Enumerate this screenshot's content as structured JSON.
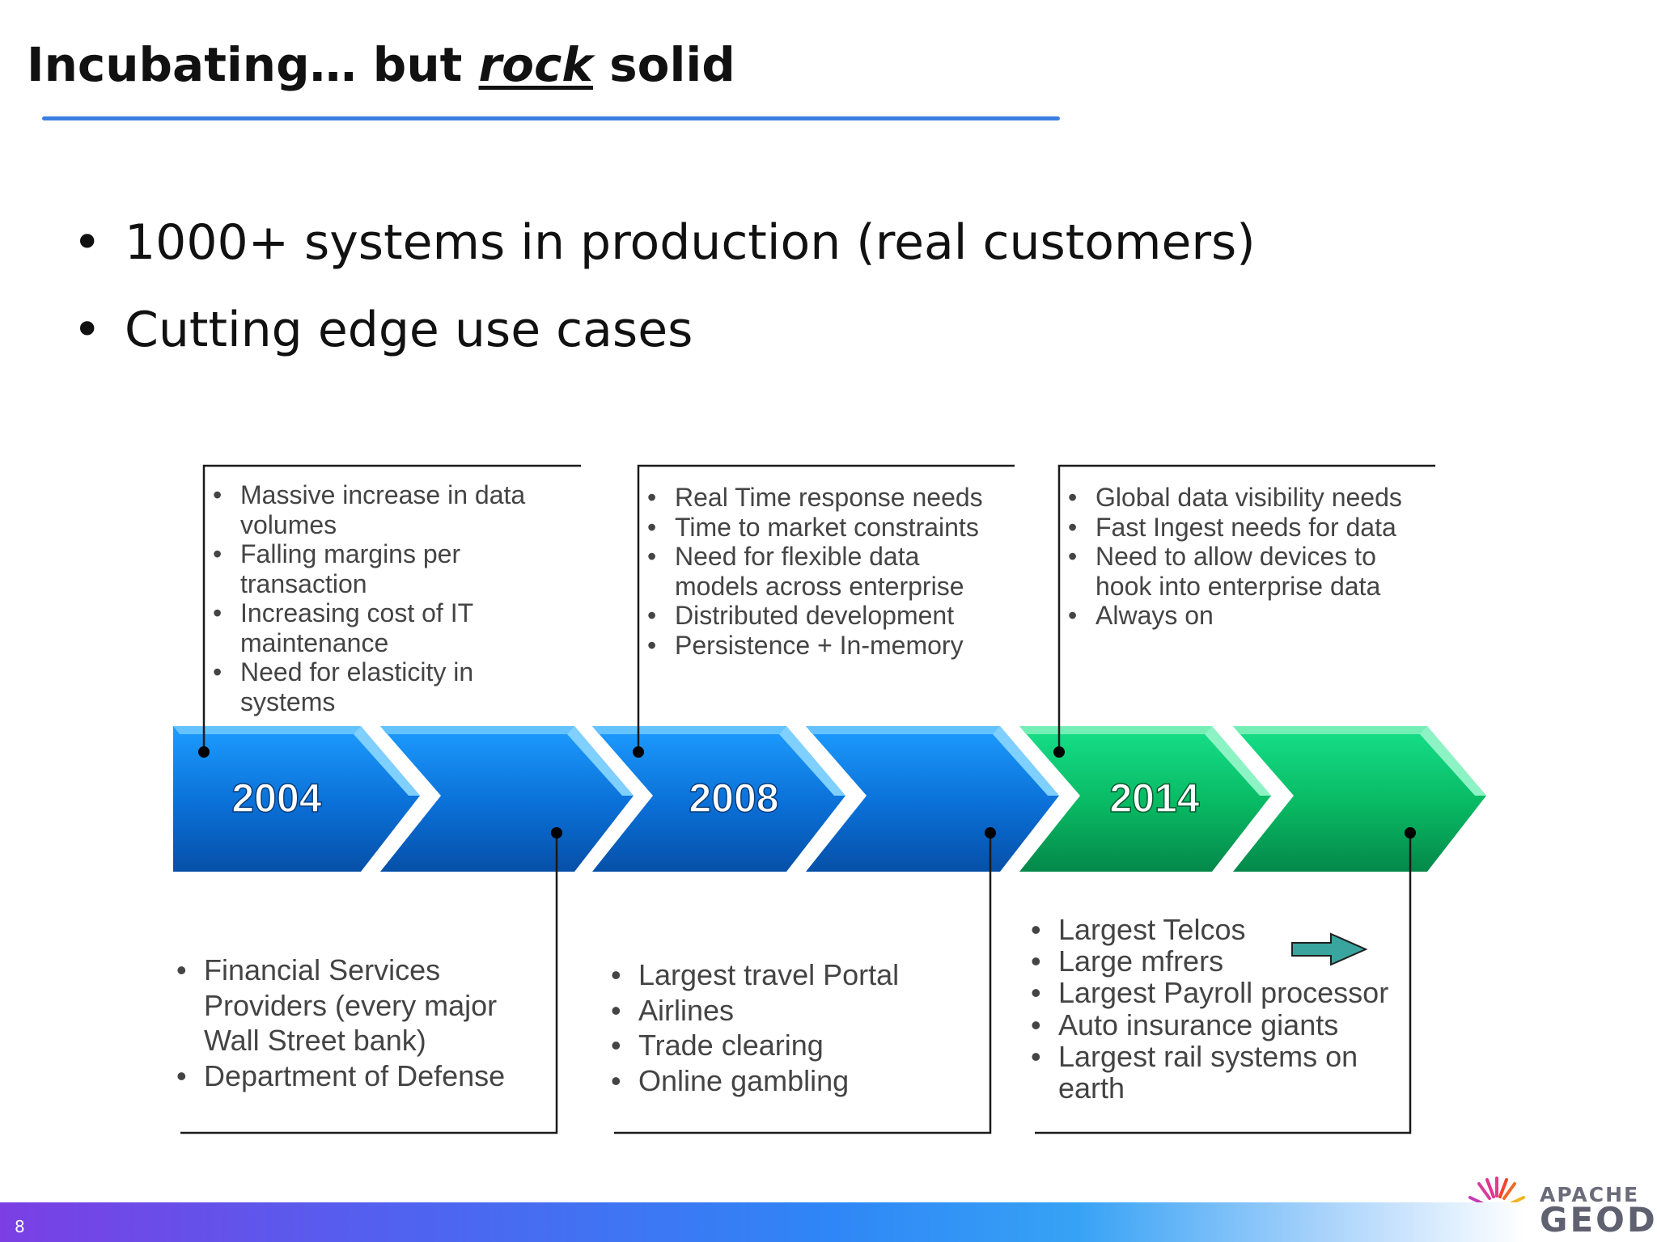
{
  "slide": {
    "title_pre": "Incubating… but ",
    "title_em": "rock",
    "title_post": " solid",
    "bullets": [
      "1000+ systems in production (real customers)",
      "Cutting edge use cases"
    ],
    "page_number": "8"
  },
  "timeline": {
    "years": [
      "2004",
      "2008",
      "2014"
    ],
    "colors": {
      "blue": "#1177e0",
      "green": "#0aa65a",
      "arrow": "#3aa59e",
      "text": "#444444"
    },
    "top_boxes": [
      {
        "items": [
          "Massive increase in data",
          "volumes",
          "Falling margins per",
          "transaction",
          "Increasing cost of IT",
          "maintenance",
          "Need for elasticity in",
          "systems"
        ]
      },
      {
        "items": [
          "Real Time response needs",
          "Time to market constraints",
          "Need for flexible data",
          "models across enterprise",
          "Distributed development",
          "Persistence + In-memory"
        ]
      },
      {
        "items": [
          "Global  data visibility needs",
          "Fast Ingest needs for data",
          "Need to allow devices to",
          "hook into enterprise data",
          "Always on"
        ]
      }
    ],
    "bottom_boxes": [
      {
        "items": [
          "Financial Services",
          "Providers (every major",
          "Wall Street bank)",
          "Department of Defense"
        ]
      },
      {
        "items": [
          "Largest travel Portal",
          "Airlines",
          "Trade clearing",
          "Online gambling"
        ]
      },
      {
        "items": [
          "Largest Telcos",
          "Large mfrers",
          "Largest Payroll processor",
          "Auto insurance giants",
          "Largest rail systems on",
          "earth"
        ]
      }
    ]
  },
  "logo": {
    "line1": "APACHE",
    "line2": "GEODE"
  }
}
